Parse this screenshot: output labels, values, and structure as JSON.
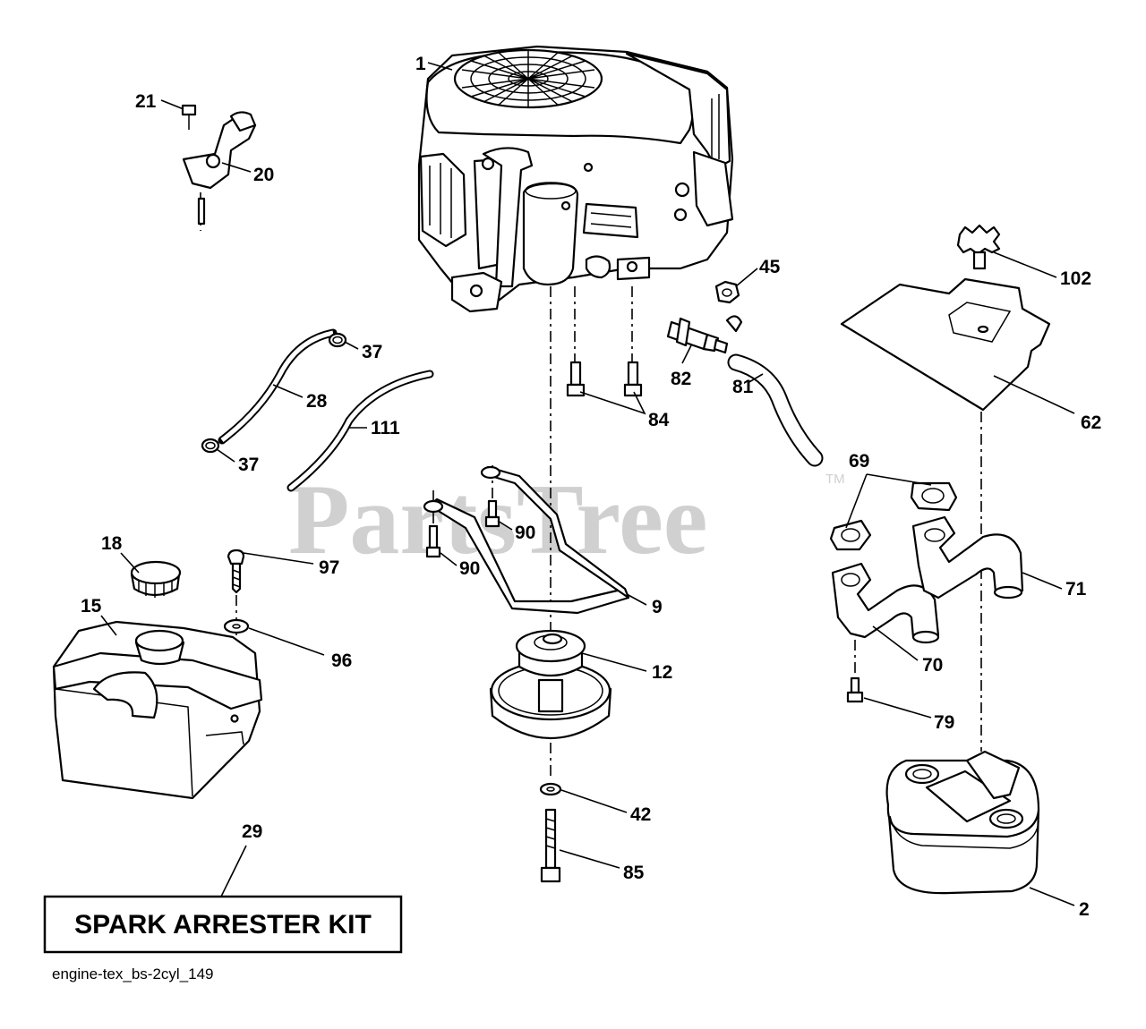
{
  "watermark": {
    "text": "PartsTree",
    "trademark": "TM"
  },
  "kit_box": {
    "label": "SPARK ARRESTER KIT"
  },
  "reference": "engine-tex_bs-2cyl_149",
  "callouts": {
    "c1": "1",
    "c2": "2",
    "c9": "9",
    "c12": "12",
    "c15": "15",
    "c18": "18",
    "c20": "20",
    "c21": "21",
    "c28": "28",
    "c29": "29",
    "c37a": "37",
    "c37b": "37",
    "c42": "42",
    "c45": "45",
    "c62": "62",
    "c69": "69",
    "c70": "70",
    "c71": "71",
    "c79": "79",
    "c81": "81",
    "c82": "82",
    "c84": "84",
    "c85": "85",
    "c90a": "90",
    "c90b": "90",
    "c96": "96",
    "c97": "97",
    "c102": "102",
    "c111": "111"
  }
}
